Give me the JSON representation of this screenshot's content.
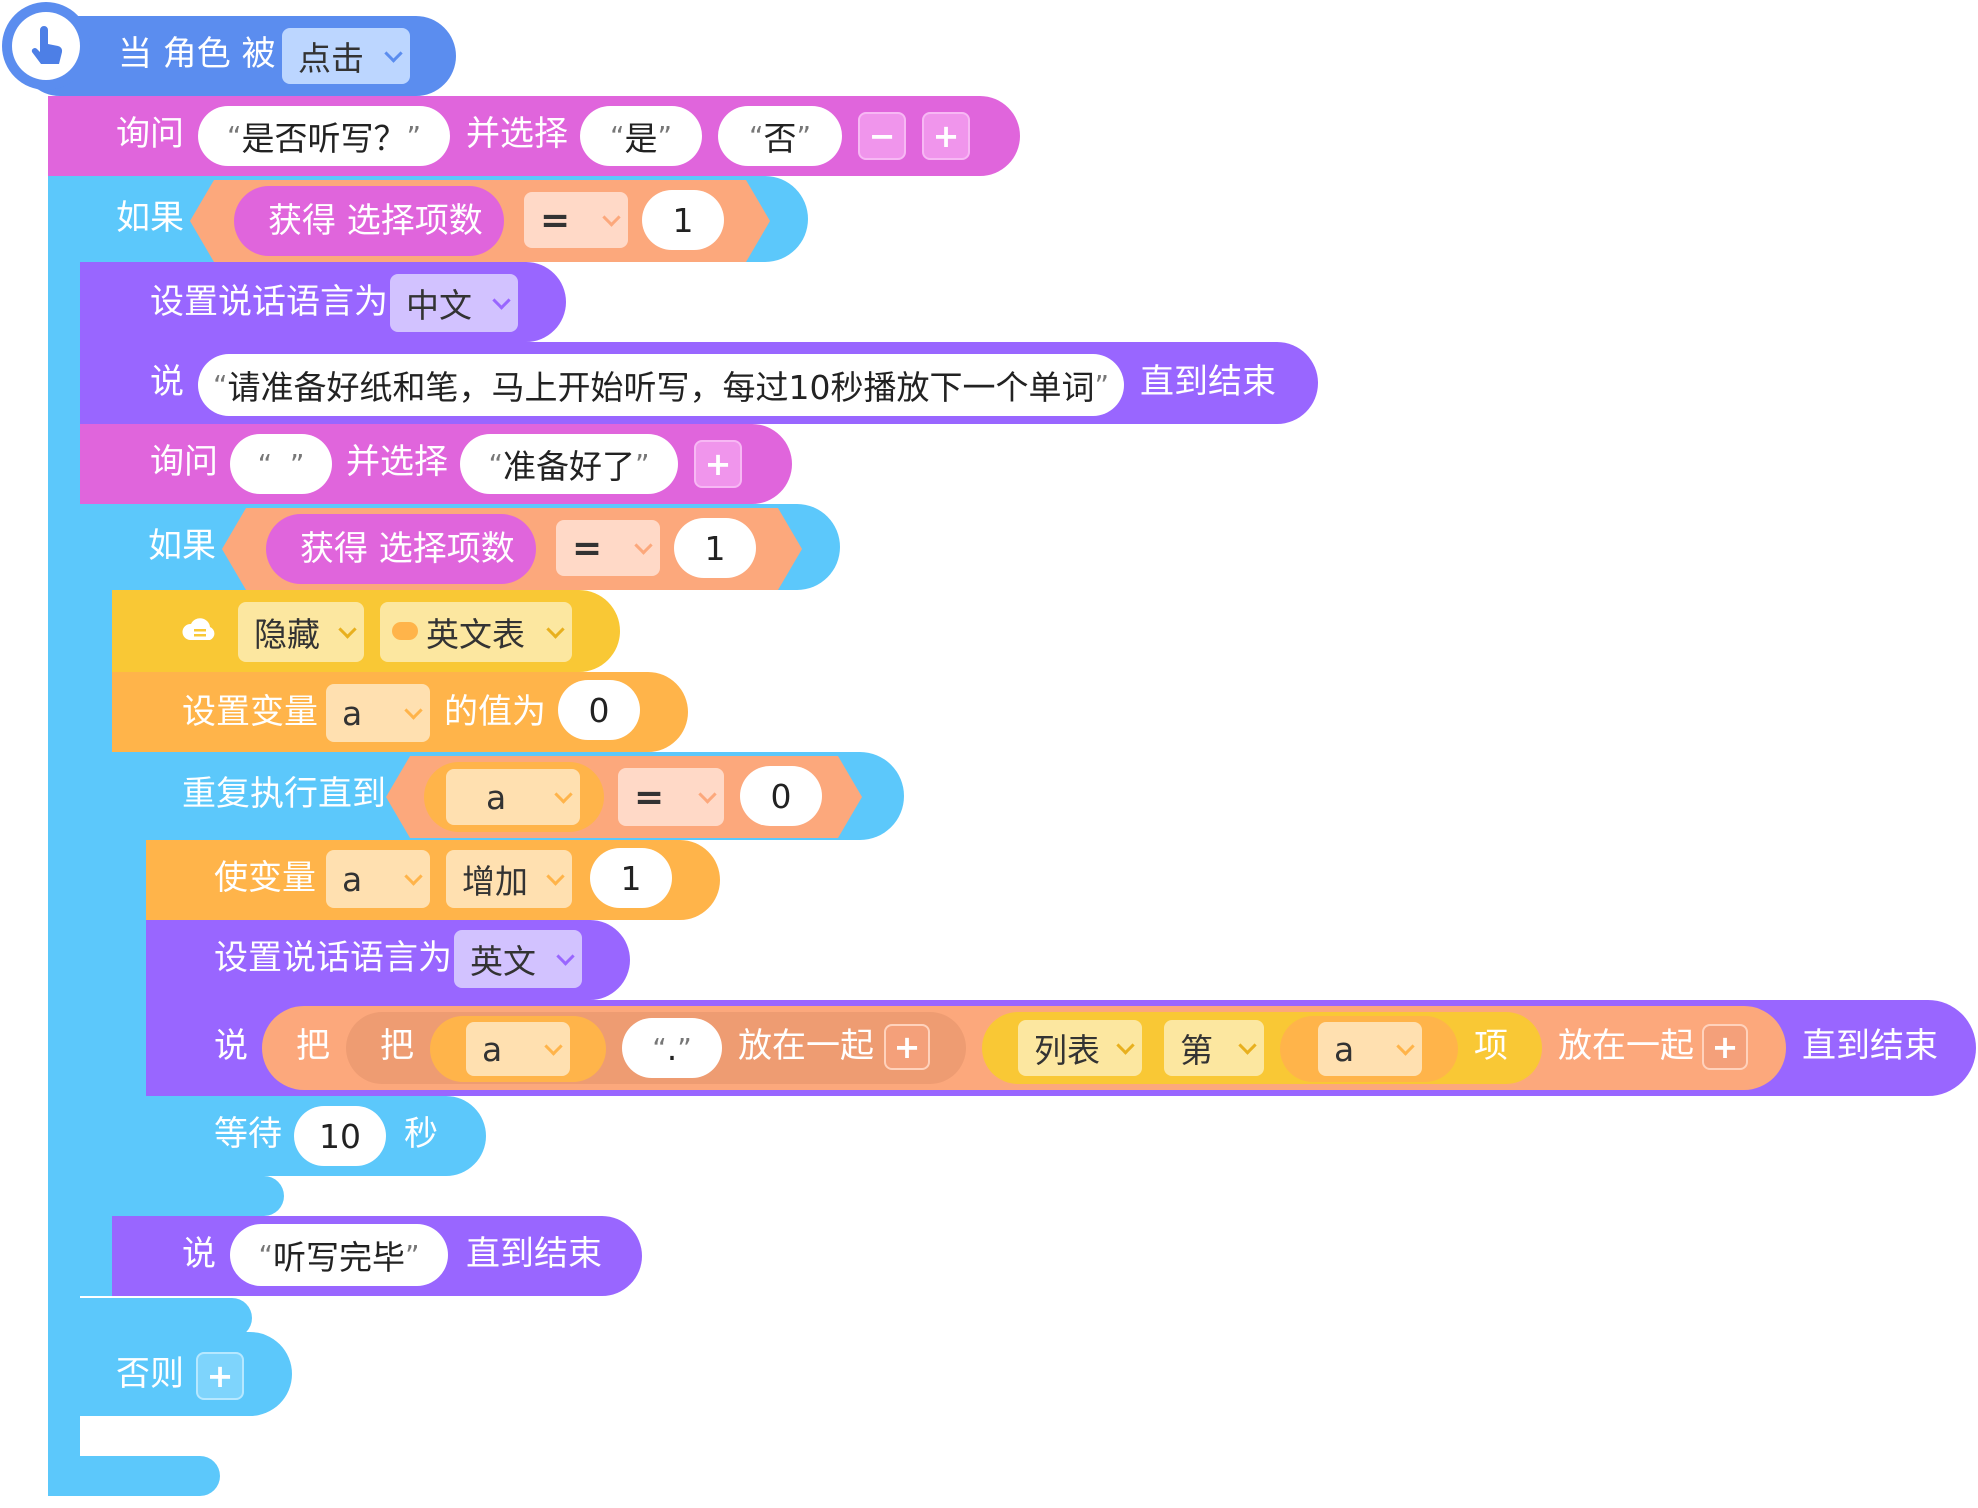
{
  "hat": {
    "label": "当 角色 被",
    "dropdown": "点击",
    "icon": "hand-pointer-icon"
  },
  "ask1": {
    "label": "询问",
    "question": "是否听写？",
    "and_select": "并选择",
    "option1": "是",
    "option2": "否",
    "minus": "−",
    "plus": "+"
  },
  "if1": {
    "label": "如果",
    "reporter": "获得 选择项数",
    "operator": "=",
    "value": "1"
  },
  "set_lang1": {
    "label": "设置说话语言为",
    "dropdown": "中文"
  },
  "say1": {
    "label": "说",
    "text": "请准备好纸和笔，马上开始听写，每过10秒播放下一个单词",
    "until": "直到结束"
  },
  "ask2": {
    "label": "询问",
    "question": "",
    "and_select": "并选择",
    "option1": "准备好了",
    "plus": "+"
  },
  "if2": {
    "label": "如果",
    "reporter": "获得 选择项数",
    "operator": "=",
    "value": "1"
  },
  "hide_list": {
    "action": "隐藏",
    "list": "英文表",
    "icon": "cloud-list-icon"
  },
  "set_var": {
    "label": "设置变量",
    "var": "a",
    "to_value": "的值为",
    "value": "0"
  },
  "repeat_until": {
    "label": "重复执行直到",
    "var": "a",
    "operator": "=",
    "value": "0"
  },
  "change_var": {
    "label": "使变量",
    "var": "a",
    "op": "增加",
    "value": "1"
  },
  "set_lang2": {
    "label": "设置说话语言为",
    "dropdown": "英文"
  },
  "say2": {
    "label": "说",
    "join_outer": "把",
    "join_inner": "把",
    "var": "a",
    "dot": ".",
    "together1": "放在一起",
    "list_dd": "列表",
    "nth": "第",
    "index_var": "a",
    "item": "项",
    "together2": "放在一起",
    "plus": "+",
    "until": "直到结束"
  },
  "wait": {
    "label": "等待",
    "value": "10",
    "unit": "秒"
  },
  "say3": {
    "label": "说",
    "text": "听写完毕",
    "until": "直到结束"
  },
  "else": {
    "label": "否则",
    "plus": "+"
  },
  "colors": {
    "events": "#5B8DEF",
    "dialog": "#E065DC",
    "control": "#5CC8FB",
    "speech": "#9966FF",
    "variables": "#FFB44A",
    "lists": "#F9C835",
    "operators": "#FCA87C"
  }
}
